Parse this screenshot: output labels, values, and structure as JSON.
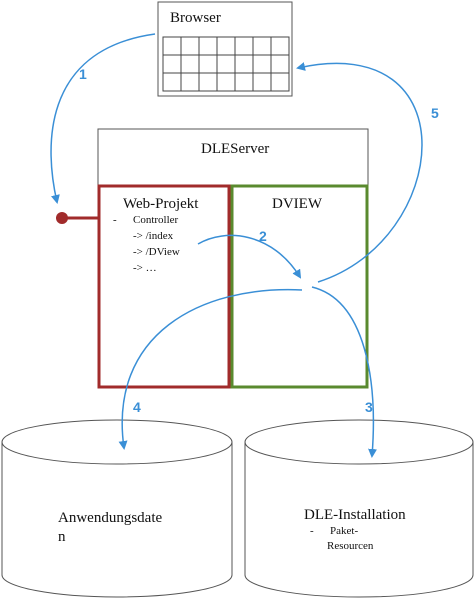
{
  "browser": {
    "title": "Browser"
  },
  "server": {
    "title": "DLEServer"
  },
  "web_projekt": {
    "title": "Web-Projekt",
    "bullet": "-",
    "lines": [
      "Controller",
      "-> /index",
      "-> /DView",
      "-> …"
    ]
  },
  "dview": {
    "title": "DVIEW"
  },
  "db_left": {
    "label_line1": "Anwendungsdate",
    "label_line2": "n"
  },
  "db_right": {
    "title": "DLE-Installation",
    "bullet": "-",
    "sub_line1": "Paket-",
    "sub_line2": "Resourcen"
  },
  "steps": {
    "s1": "1",
    "s2": "2",
    "s3": "3",
    "s4": "4",
    "s5": "5"
  },
  "colors": {
    "arrow": "#3a8fd6",
    "web_projekt_border": "#a12b2b",
    "dview_border": "#5a8a2e",
    "outline": "#555555",
    "connector": "#a12b2b"
  }
}
